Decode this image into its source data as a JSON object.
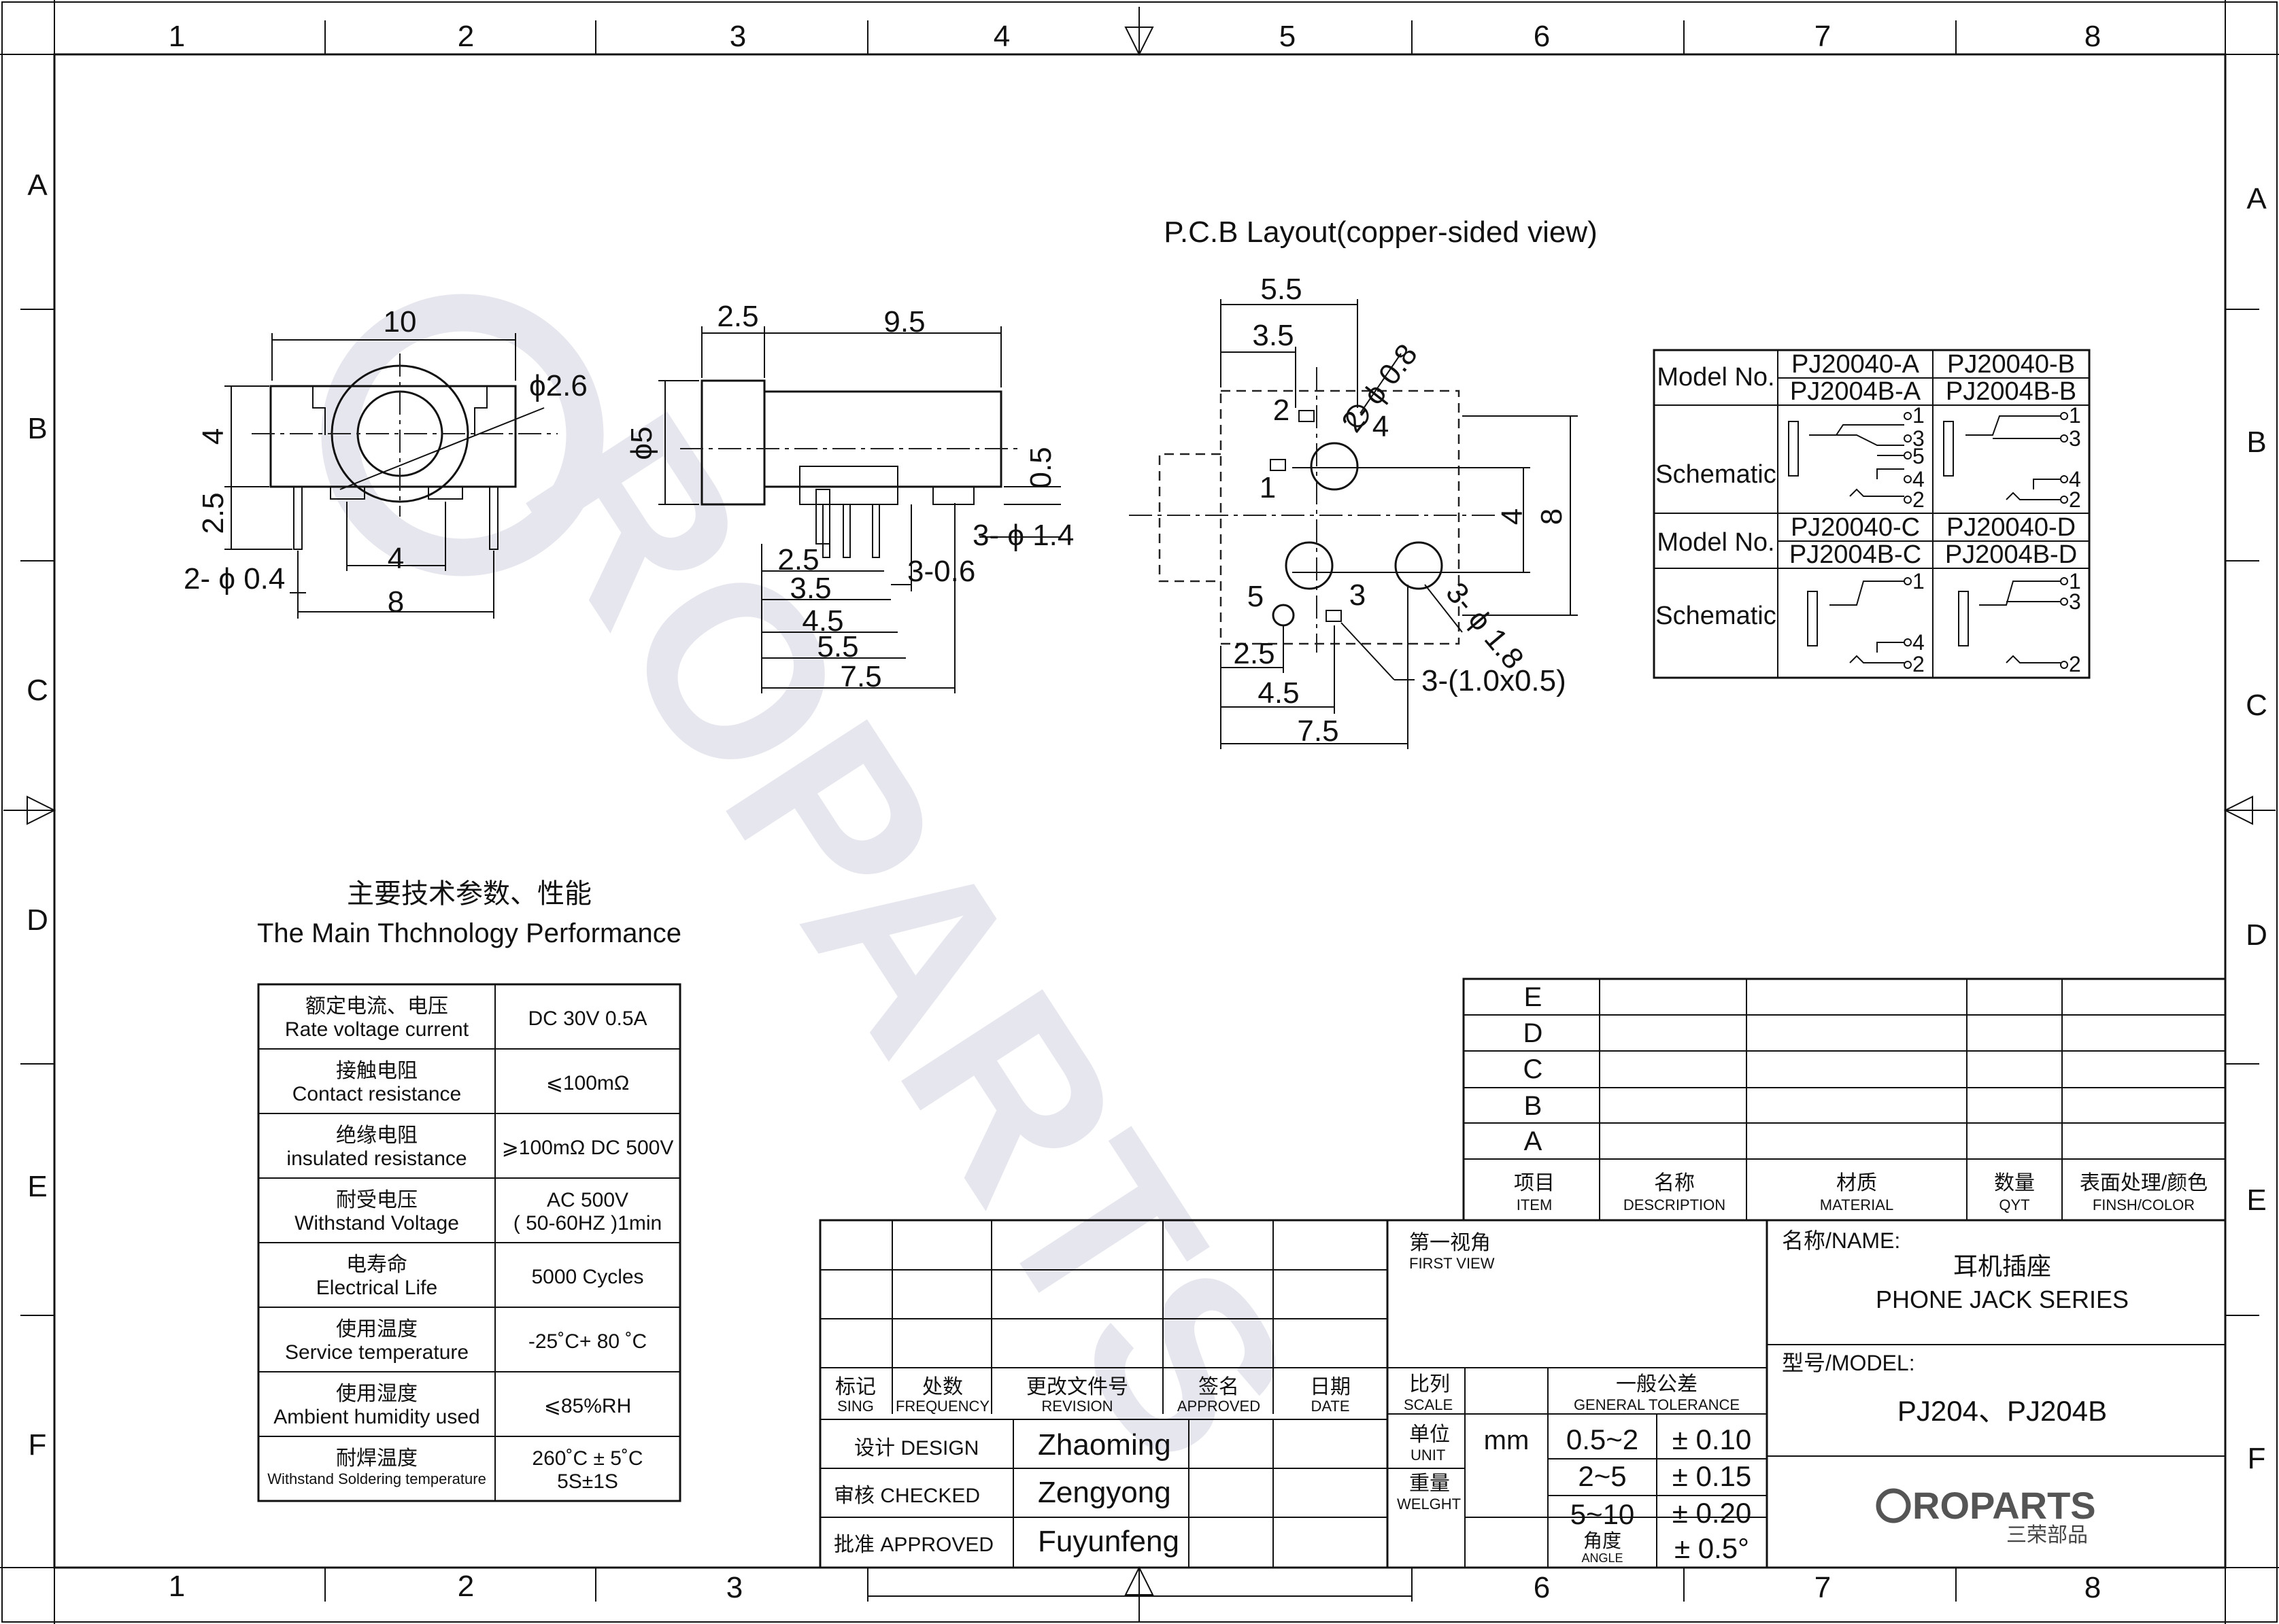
{
  "frame": {
    "columns": [
      "1",
      "2",
      "3",
      "4",
      "5",
      "6",
      "7",
      "8"
    ],
    "rows": [
      "A",
      "B",
      "C",
      "D",
      "E",
      "F"
    ]
  },
  "watermark": {
    "brand_text": "ROPARTS"
  },
  "front_view": {
    "dims": {
      "width": "10",
      "hole_dia": "ϕ2.6",
      "height": "4",
      "pin_height": "2.5",
      "pin_dia": "2- ϕ 0.4",
      "pin_gap": "4",
      "pin_span": "8"
    }
  },
  "side_view": {
    "dims": {
      "d1": "2.5",
      "d2": "9.5",
      "dia": "ϕ5",
      "d3": "0.5",
      "pin_dia": "3- ϕ 1.4",
      "d4": "2.5",
      "d5": "3-0.6",
      "d6": "3.5",
      "d7": "4.5",
      "d8": "5.5",
      "d9": "7.5"
    }
  },
  "pcb": {
    "title": "P.C.B Layout(copper-sided view)",
    "dims": {
      "w1": "5.5",
      "w2": "3.5",
      "hole_top": "2- ϕ 0.8",
      "h1": "4",
      "h2": "8",
      "hole_big": "3- ϕ 1.8",
      "slot": "3-(1.0x0.5)",
      "b1": "2.5",
      "b2": "4.5",
      "b3": "7.5"
    },
    "pins": {
      "p1": "1",
      "p2": "2",
      "p3": "3",
      "p4": "4",
      "p5": "5"
    }
  },
  "model_table": {
    "model_label": "Model No.",
    "schematic_label": "Schematic",
    "groups": [
      {
        "left_models": [
          "PJ20040-A",
          "PJ2004B-A"
        ],
        "right_models": [
          "PJ20040-B",
          "PJ2004B-B"
        ],
        "left_pins": [
          "1",
          "3",
          "5",
          "4",
          "2"
        ],
        "right_pins": [
          "1",
          "3",
          "4",
          "2"
        ]
      },
      {
        "left_models": [
          "PJ20040-C",
          "PJ2004B-C"
        ],
        "right_models": [
          "PJ20040-D",
          "PJ2004B-D"
        ],
        "left_pins": [
          "1",
          "4",
          "2"
        ],
        "right_pins": [
          "1",
          "3",
          "2"
        ]
      }
    ]
  },
  "performance": {
    "title_cn": "主要技术参数、性能",
    "title_en": "The Main Thchnology Performance",
    "rows": [
      {
        "cn": "额定电流、电压",
        "en": "Rate voltage current",
        "value": [
          "DC 30V   0.5A"
        ]
      },
      {
        "cn": "接触电阻",
        "en": "Contact resistance",
        "value": [
          "⩽100mΩ"
        ]
      },
      {
        "cn": "绝缘电阻",
        "en": "insulated resistance",
        "value": [
          "⩾100mΩ DC 500V"
        ]
      },
      {
        "cn": "耐受电压",
        "en": "Withstand Voltage",
        "value": [
          "AC 500V",
          "( 50-60HZ )1min"
        ]
      },
      {
        "cn": "电寿命",
        "en": "Electrical Life",
        "value": [
          "5000 Cycles"
        ]
      },
      {
        "cn": "使用温度",
        "en": "Service temperature",
        "value": [
          "-25˚C+ 80 ˚C"
        ]
      },
      {
        "cn": "使用湿度",
        "en": "Ambient humidity used",
        "value": [
          "⩽85%RH"
        ]
      },
      {
        "cn": "耐焊温度",
        "en": "Withstand Soldering temperature",
        "value": [
          "260˚C ± 5˚C",
          "5S±1S"
        ]
      }
    ]
  },
  "parts_table": {
    "rev_rows": [
      "E",
      "D",
      "C",
      "B",
      "A"
    ],
    "headers": [
      {
        "cn": "项目",
        "en": "ITEM"
      },
      {
        "cn": "名称",
        "en": "DESCRIPTION"
      },
      {
        "cn": "材质",
        "en": "MATERIAL"
      },
      {
        "cn": "数量",
        "en": "QYT"
      },
      {
        "cn": "表面处理/颜色",
        "en": "FINSH/COLOR"
      }
    ]
  },
  "revision_block": {
    "headers": [
      {
        "cn": "标记",
        "en": "SING"
      },
      {
        "cn": "处数",
        "en": "FREQUENCY"
      },
      {
        "cn": "更改文件号",
        "en": "REVISION"
      },
      {
        "cn": "签名",
        "en": "APPROVED"
      },
      {
        "cn": "日期",
        "en": "DATE"
      }
    ]
  },
  "signatures": [
    {
      "role": "设计 DESIGN",
      "name": "Zhaoming"
    },
    {
      "role": "审核 CHECKED",
      "name": "Zengyong"
    },
    {
      "role": "批准 APPROVED",
      "name": "Fuyunfeng"
    }
  ],
  "view_block": {
    "cn": "第一视角",
    "en": "FIRST VIEW"
  },
  "scale_block": {
    "cn": "比列",
    "en": "SCALE"
  },
  "unit_block": {
    "cn": "单位",
    "en": "UNIT",
    "value": "mm"
  },
  "weight_block": {
    "cn": "重量",
    "en": "WELGHT"
  },
  "tolerance": {
    "cn": "一般公差",
    "en": "GENERAL TOLERANCE",
    "rows": [
      {
        "range": "0.5~2",
        "tol": "± 0.10"
      },
      {
        "range": "2~5",
        "tol": "± 0.15"
      },
      {
        "range": "5~10",
        "tol": "± 0.20"
      }
    ],
    "angle_cn": "角度",
    "angle_en": "ANGLE",
    "angle_tol": "± 0.5°"
  },
  "name_block": {
    "label": "名称/NAME:",
    "cn": "耳机插座",
    "en": "PHONE JACK SERIES"
  },
  "model_block": {
    "label": "型号/MODEL:",
    "value": "PJ204、PJ204B"
  },
  "logo": {
    "text": "ROPARTS",
    "cn": "三荣部品"
  },
  "colors": {
    "line": "#111111",
    "watermark": "#e6e6ee"
  }
}
